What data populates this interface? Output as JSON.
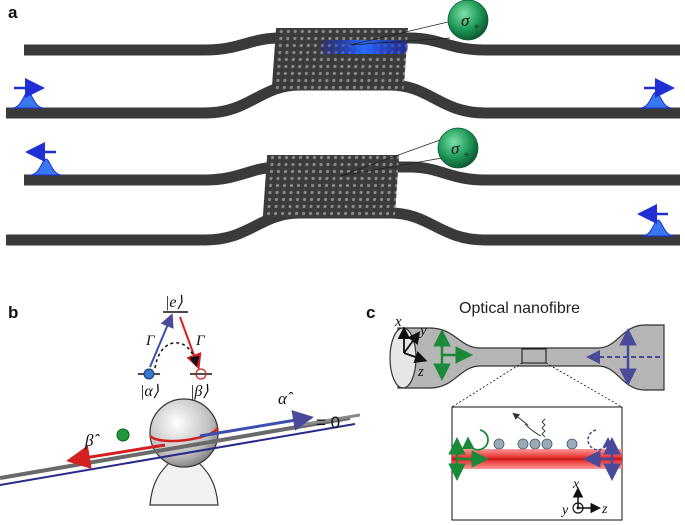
{
  "panels": {
    "a": {
      "letter": "a",
      "emitter_label": "σ",
      "emitter_sub": "+"
    },
    "b": {
      "letter": "b",
      "level_excited": "|e⟩",
      "level_alpha": "|α⟩",
      "level_beta": "|β⟩",
      "gamma_left": "Γ",
      "gamma_right": "Γ",
      "mode_alpha": "α̂",
      "mode_beta": "β̂",
      "zero_label": "= 0"
    },
    "c": {
      "letter": "c",
      "title": "Optical nanofibre",
      "axis_x": "x",
      "axis_y": "y",
      "axis_z": "z"
    }
  },
  "colors": {
    "waveguide": "#3a3a3a",
    "blue_arrow": "#1f2fd6",
    "red_arrow": "#d42020",
    "green": "#1a8a3a",
    "emitter_green": "#1e9a5a",
    "purple": "#4a4a9a"
  }
}
